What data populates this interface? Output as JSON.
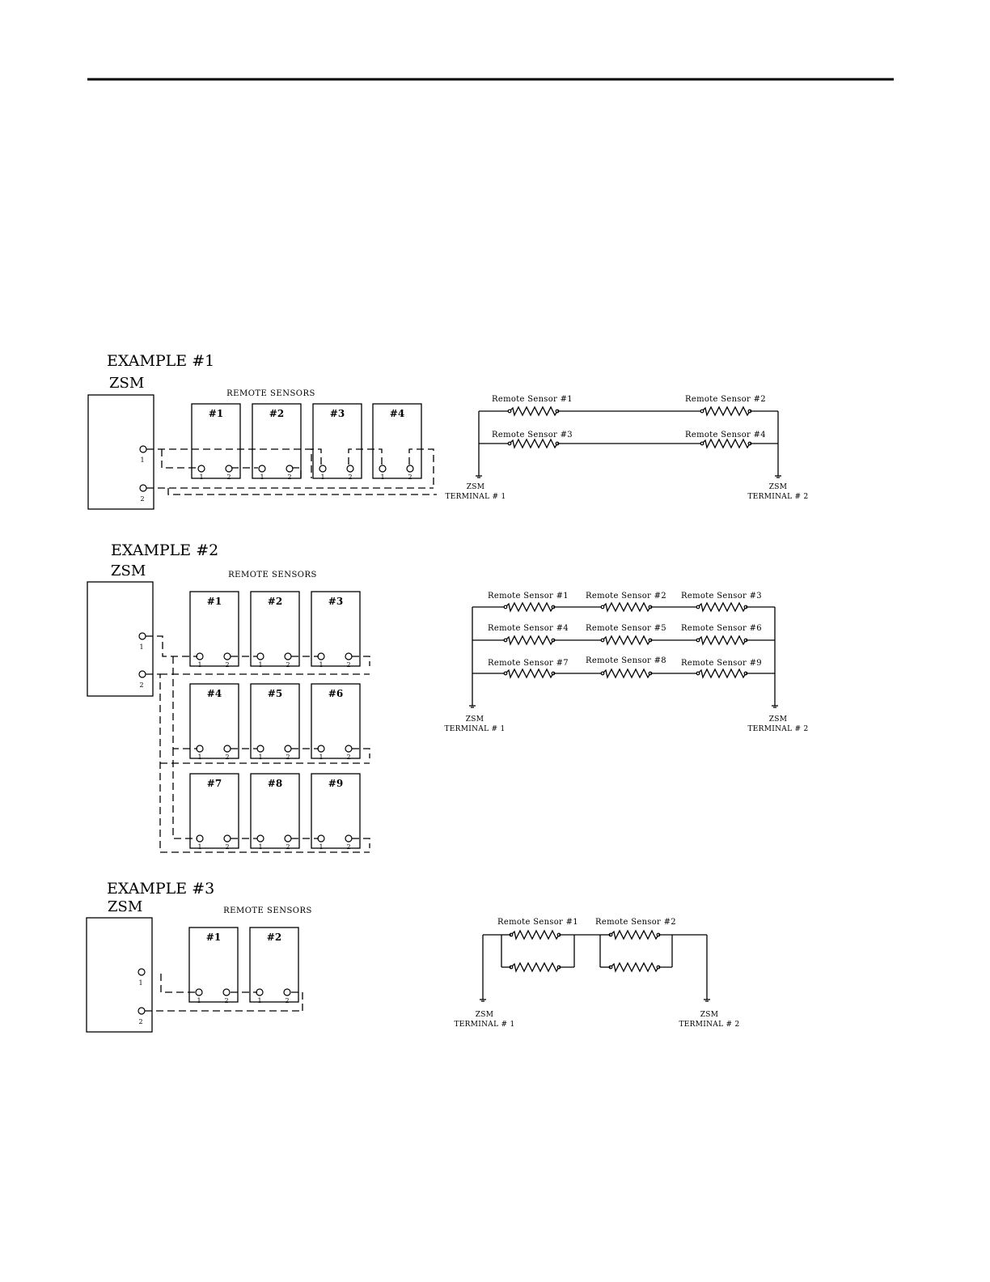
{
  "colors": {
    "ink": "#000000",
    "paper": "#ffffff"
  },
  "labels": {
    "zsm": "ZSM",
    "remote_sensors": "REMOTE SENSORS",
    "terminal_1": "TERMINAL # 1",
    "terminal_2": "TERMINAL # 2",
    "pin_1": "1",
    "pin_2": "2"
  },
  "examples": [
    {
      "title": "EXAMPLE #1",
      "sensor_boxes": [
        "#1",
        "#2",
        "#3",
        "#4"
      ],
      "schematic_sensors": [
        "Remote Sensor #1",
        "Remote Sensor #2",
        "Remote Sensor #3",
        "Remote Sensor #4"
      ]
    },
    {
      "title": "EXAMPLE #2",
      "sensor_boxes": [
        "#1",
        "#2",
        "#3",
        "#4",
        "#5",
        "#6",
        "#7",
        "#8",
        "#9"
      ],
      "schematic_sensors": [
        "Remote Sensor #1",
        "Remote Sensor #2",
        "Remote Sensor #3",
        "Remote Sensor #4",
        "Remote Sensor #5",
        "Remote Sensor #6",
        "Remote Sensor #7",
        "Remote Sensor #8",
        "Remote Sensor #9"
      ]
    },
    {
      "title": "EXAMPLE #3",
      "sensor_boxes": [
        "#1",
        "#2"
      ],
      "schematic_sensors": [
        "Remote Sensor #1",
        "Remote Sensor #2"
      ]
    }
  ]
}
